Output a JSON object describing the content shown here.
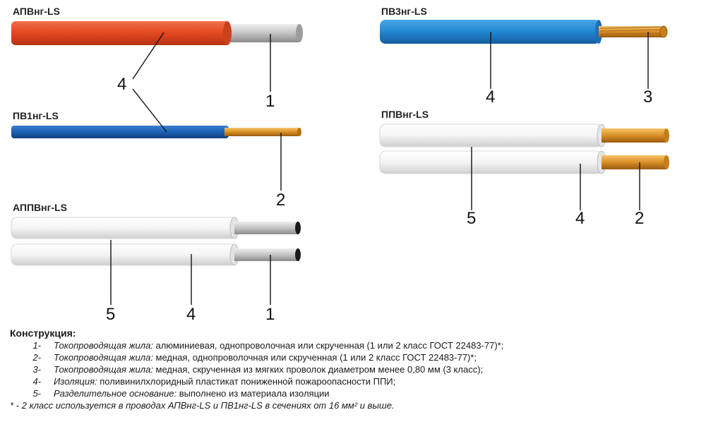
{
  "cables": {
    "apvng": "АПВнг-LS",
    "pv1ng": "ПВ1нг-LS",
    "appvng": "АППВнг-LS",
    "pv3ng": "ПВ3нг-LS",
    "ppvng": "ППВнг-LS"
  },
  "callouts": {
    "apvng_1": "1",
    "pv1ng_4": "4",
    "pv1ng_2": "2",
    "appvng_5": "5",
    "appvng_4": "4",
    "appvng_1": "1",
    "pv3ng_4": "4",
    "pv3ng_3": "3",
    "ppvng_5": "5",
    "ppvng_4": "4",
    "ppvng_2": "2"
  },
  "legend": {
    "title": "Конструкция:",
    "items": [
      {
        "num": "1-",
        "term": "Токопроводящая жила:",
        "text": " алюминиевая, однопроволочная или скрученная (1 или 2 класс ГОСТ 22483-77)*;"
      },
      {
        "num": "2-",
        "term": "Токопроводящая жила:",
        "text": " медная, однопроволочная или скрученная (1 или 2 класс ГОСТ 22483-77)*;"
      },
      {
        "num": "3-",
        "term": "Токопроводящая жила:",
        "text": " медная, скрученная из мягких проволок  диаметром менее 0,80 мм (3 класс);"
      },
      {
        "num": "4-",
        "term": "Изоляция:",
        "text": " поливинилхлоридный пластикат пониженной пожароопасности ППИ;"
      },
      {
        "num": "5-",
        "term": "Разделительное основание:",
        "text": " выполнено из материала изоляции"
      }
    ],
    "footnote": "* - 2 класс используется в проводах АПВнг-LS и ПВ1нг-LS в сечениях от 16 мм² и выше."
  },
  "colors": {
    "red_insulation": "#e8532c",
    "blue_insulation": "#1f66b3",
    "light_blue_insulation": "#2b8fd6",
    "white_insulation": "#f2f2f2",
    "aluminum": "#c9c9c9",
    "copper": "#d9932a"
  }
}
